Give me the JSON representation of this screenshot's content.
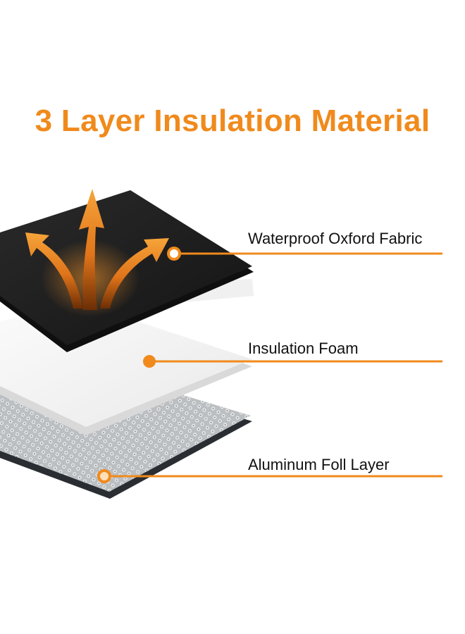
{
  "title": "3 Layer Insulation Material",
  "colors": {
    "accent": "#f08a1c",
    "fabric": "#1c1c1c",
    "foam": "#f4f4f4",
    "foil": "#b9bcbf",
    "label_text": "#111111"
  },
  "layers": [
    {
      "label": "Waterproof Oxford Fabric",
      "material": "black fabric sheet"
    },
    {
      "label": "Insulation Foam",
      "material": "white foam sheet"
    },
    {
      "label": "Aluminum Foll Layer",
      "material": "reflective foil sheet"
    }
  ],
  "icons": {
    "heat": "heat-arrows-icon",
    "marker": "callout-dot-icon"
  }
}
